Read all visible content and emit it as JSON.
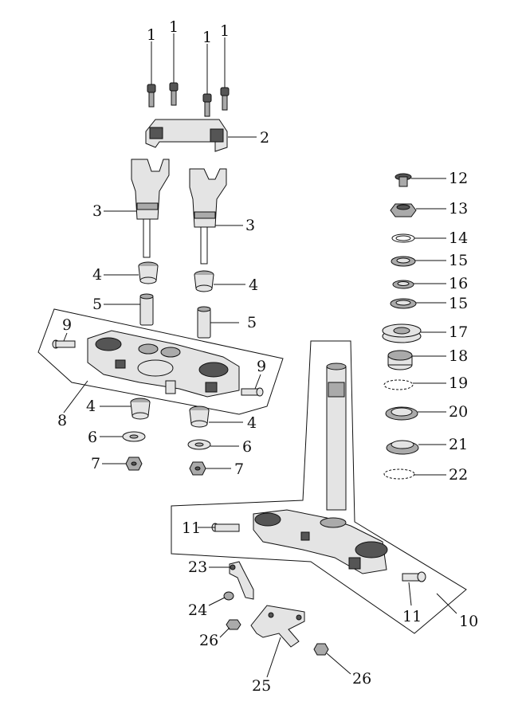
{
  "callouts": {
    "c1a": "1",
    "c1b": "1",
    "c1c": "1",
    "c1d": "1",
    "c2": "2",
    "c3a": "3",
    "c3b": "3",
    "c4a": "4",
    "c4b": "4",
    "c4c": "4",
    "c4d": "4",
    "c5a": "5",
    "c5b": "5",
    "c6a": "6",
    "c6b": "6",
    "c7a": "7",
    "c7b": "7",
    "c8": "8",
    "c9a": "9",
    "c9b": "9",
    "c10": "10",
    "c11a": "11",
    "c11b": "11",
    "c12": "12",
    "c13": "13",
    "c14": "14",
    "c15a": "15",
    "c15b": "15",
    "c16": "16",
    "c17": "17",
    "c18": "18",
    "c19": "19",
    "c20": "20",
    "c21": "21",
    "c22": "22",
    "c23": "23",
    "c24": "24",
    "c25": "25",
    "c26a": "26",
    "c26b": "26"
  }
}
